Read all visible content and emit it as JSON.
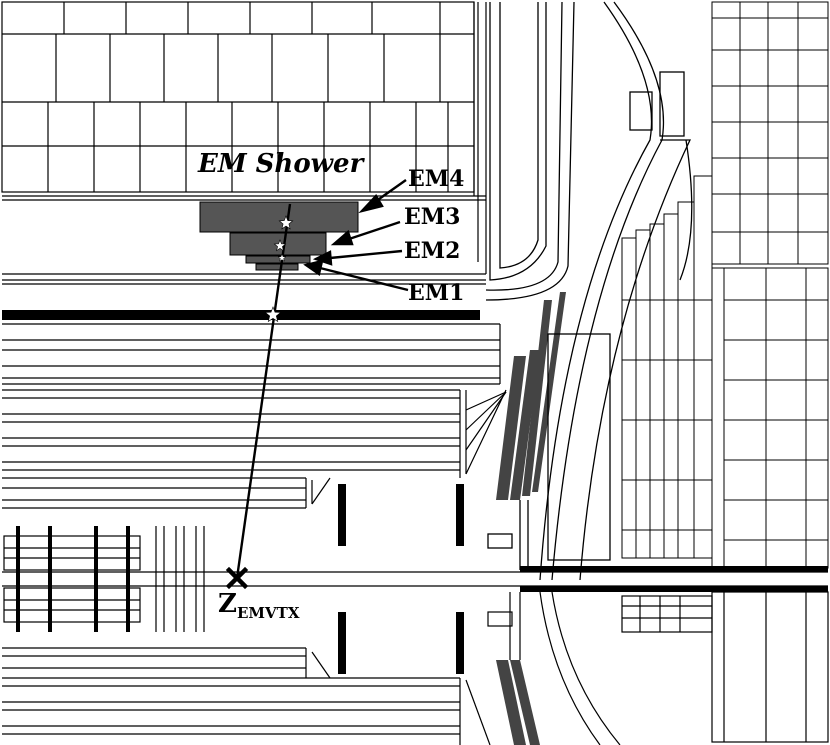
{
  "labels": {
    "shower_title": "EM Shower",
    "em4": "EM4",
    "em3": "EM3",
    "em2": "EM2",
    "em1": "EM1",
    "vertex_main": "Z",
    "vertex_sub": "EMVTX"
  },
  "colors": {
    "line": "#000000",
    "shower_fill": "#555555",
    "background": "#ffffff"
  },
  "icons": {
    "vertex_marker": "x-cross-icon",
    "hit_marker": "star-icon"
  }
}
